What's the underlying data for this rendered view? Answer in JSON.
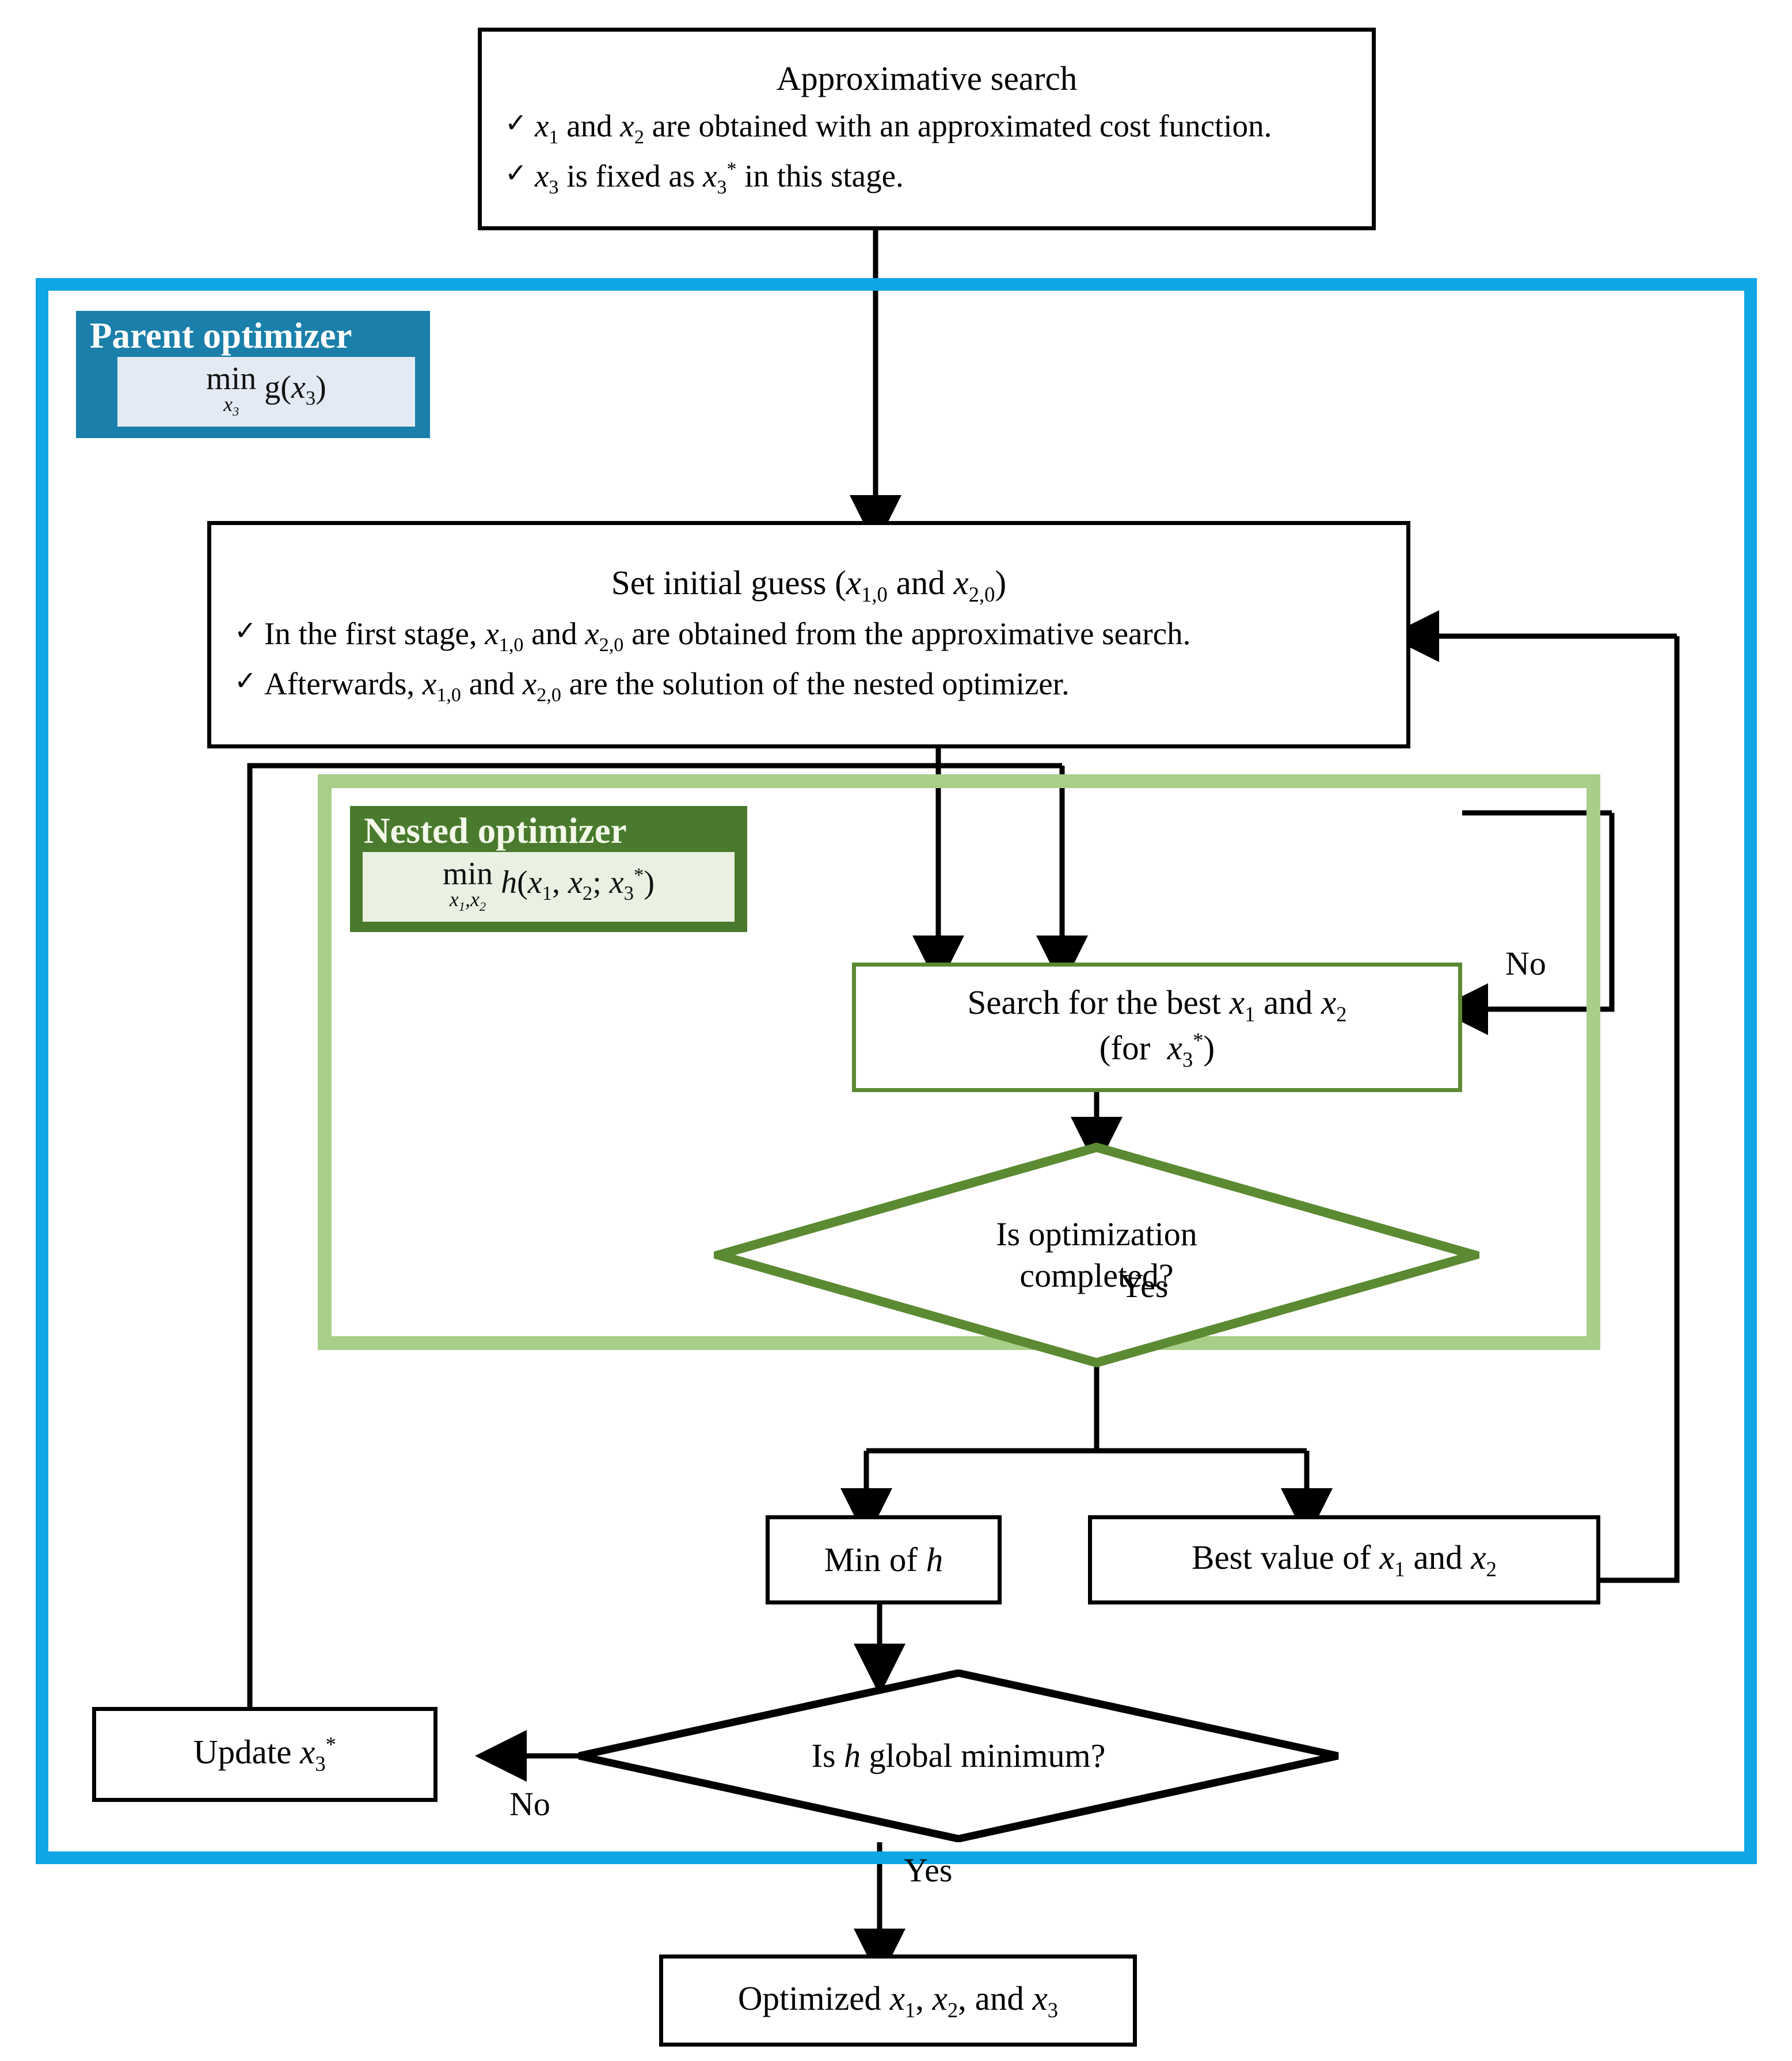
{
  "diagram": {
    "title": "Nested optimization flowchart",
    "colors": {
      "outer_border": "#10a5e5",
      "inner_border": "#a8ce8a",
      "parent_chip_bg": "#1a7faa",
      "nested_chip_bg": "#4a7a2d",
      "nested_node_border": "#5b8a32",
      "node_border": "#000000"
    }
  },
  "approximative_search": {
    "title": "Approximative search",
    "check_icon": "✓",
    "bullets": [
      "x₁ and x₂ are obtained with an approximated cost function.",
      "x₃ is fixed as x₃* in this stage."
    ]
  },
  "parent_optimizer": {
    "label": "Parent optimizer",
    "formula_op": "min",
    "formula_sub": "x₃",
    "formula_body": "g(x₃)"
  },
  "initial_guess": {
    "title": "Set initial guess (x₁,₀ and x₂,₀)",
    "check_icon": "✓",
    "bullets": [
      "In the first stage, x₁,₀ and x₂,₀ are obtained from the approximative search.",
      "Afterwards, x₁,₀ and x₂,₀ are the solution of the nested optimizer."
    ]
  },
  "nested_optimizer": {
    "label": "Nested optimizer",
    "formula_op": "min",
    "formula_sub": "x₁,x₂",
    "formula_body": "h(x₁, x₂; x₃*)"
  },
  "search_best": {
    "line1": "Search for the best x₁ and x₂",
    "line2": "(for  x₃*)"
  },
  "decision_optimization": {
    "line1": "Is optimization",
    "line2": "completed?",
    "no_label": "No",
    "yes_label": "Yes"
  },
  "min_of_h": {
    "label": "Min of h"
  },
  "best_value": {
    "label": "Best value of x₁ and x₂"
  },
  "update_x3": {
    "label": "Update x₃*"
  },
  "decision_global": {
    "label": "Is h global minimum?",
    "no_label": "No",
    "yes_label": "Yes"
  },
  "optimized_result": {
    "label": "Optimized x₁, x₂, and x₃"
  }
}
